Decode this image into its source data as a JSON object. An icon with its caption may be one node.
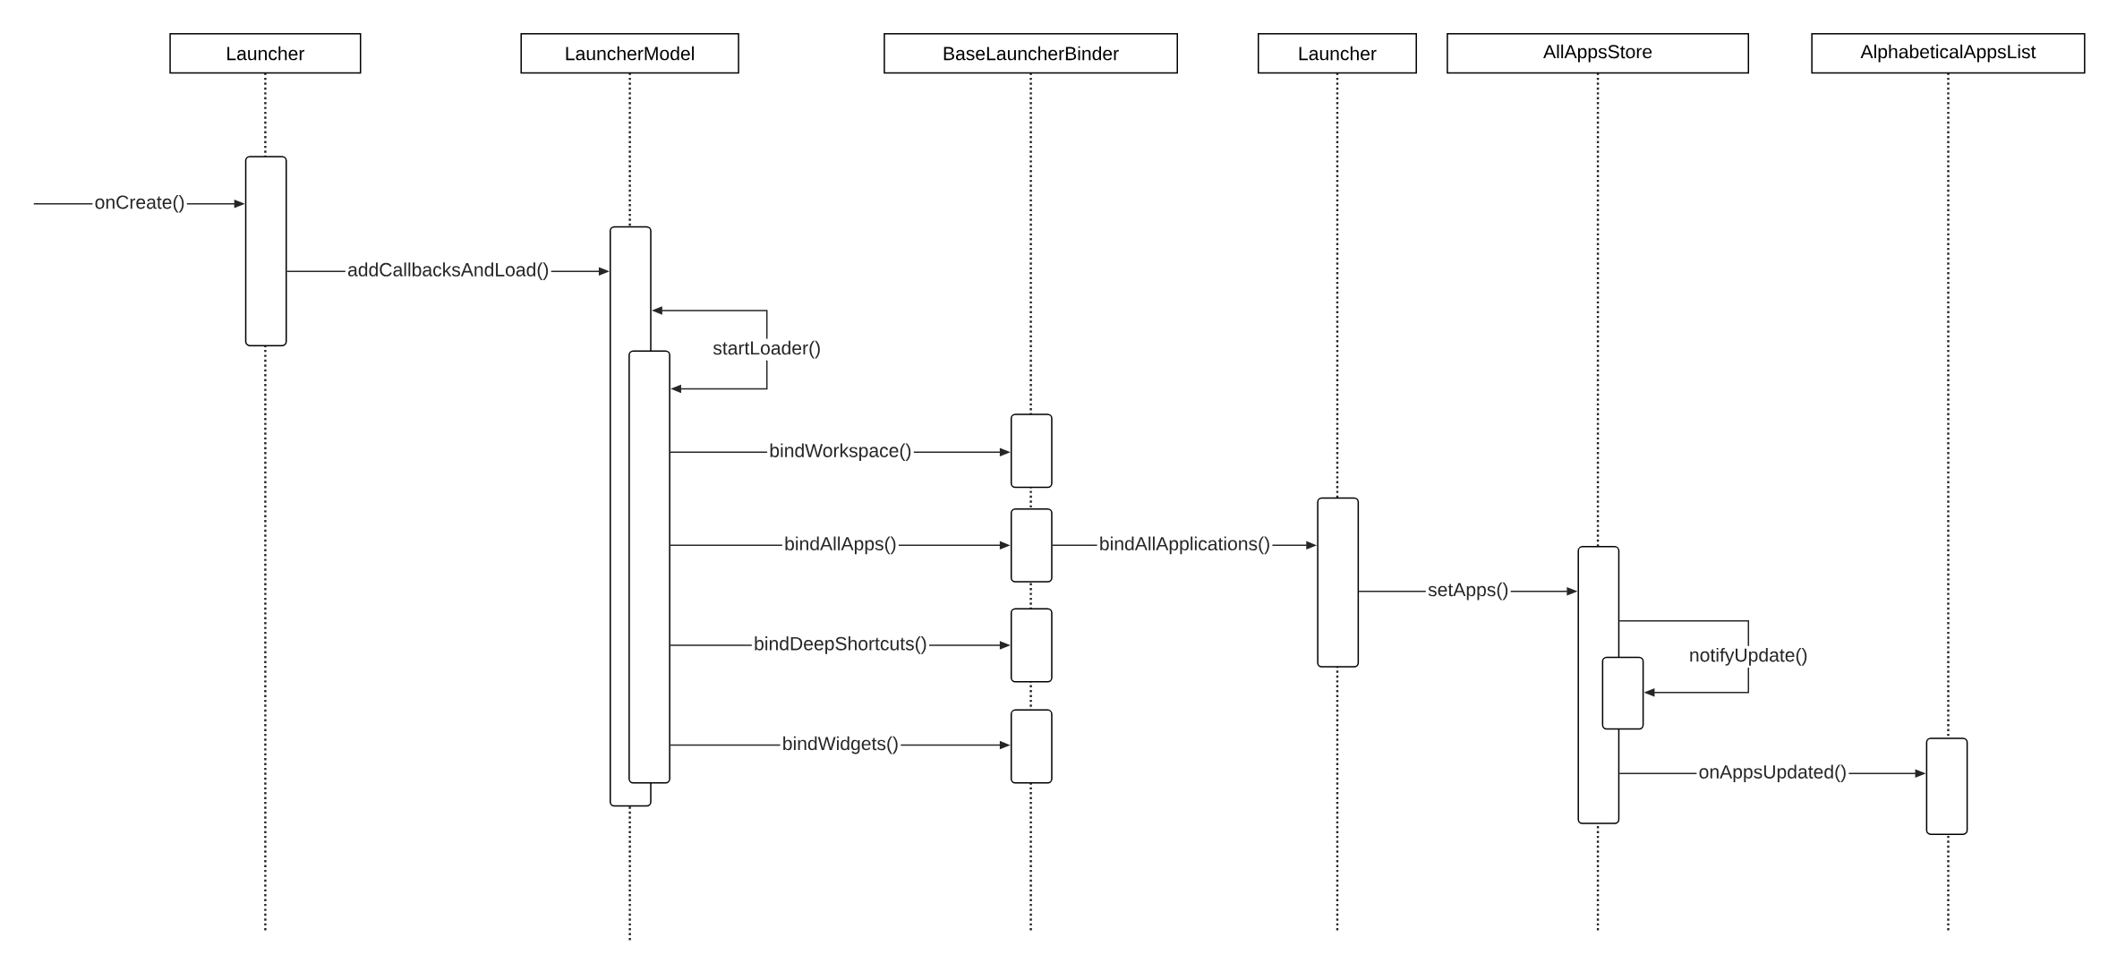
{
  "diagram": {
    "nodes": [
      {
        "text": [
          "Launcher"
        ]
      },
      {
        "text": [
          "LauncherModel"
        ]
      },
      {
        "text": [
          "BaseLauncherBinder"
        ]
      },
      {
        "text": [
          "Launcher"
        ]
      },
      {
        "text": [
          "AllAppsStore"
        ]
      },
      {
        "text": [
          "AlphabeticalAppsList"
        ]
      },
      {
        "text": [],
        "shape": "bar"
      },
      {
        "text": [],
        "shape": "bar"
      },
      {
        "text": [],
        "shape": "bar"
      },
      {
        "text": [],
        "shape": "bar"
      },
      {
        "text": [],
        "shape": "bar"
      },
      {
        "text": [],
        "shape": "bar"
      },
      {
        "text": [],
        "shape": "bar"
      },
      {
        "text": [],
        "shape": "bar"
      },
      {
        "text": [],
        "shape": "bar"
      },
      {
        "text": [],
        "shape": "bar"
      },
      {
        "text": [],
        "shape": "bar"
      }
    ],
    "edges": [
      {
        "from": null,
        "to": 6,
        "arrow": "to",
        "label": "onCreate()"
      },
      {
        "from": 6,
        "to": 7,
        "arrow": "to",
        "label": "addCallbacksAndLoad()"
      },
      {
        "from": 7,
        "to": 8,
        "arrow": "both",
        "label": "startLoader()"
      },
      {
        "from": 8,
        "to": 9,
        "arrow": "to",
        "label": "bindWorkspace()"
      },
      {
        "from": 8,
        "to": 10,
        "arrow": "to",
        "label": "bindAllApps()"
      },
      {
        "from": 10,
        "to": 13,
        "arrow": "to",
        "label": "bindAllApplications()"
      },
      {
        "from": 8,
        "to": 11,
        "arrow": "to",
        "label": "bindDeepShortcuts()"
      },
      {
        "from": 8,
        "to": 12,
        "arrow": "to",
        "label": "bindWidgets()"
      },
      {
        "from": 13,
        "to": 14,
        "arrow": "to",
        "label": "setApps()"
      },
      {
        "from": 14,
        "to": 15,
        "arrow": "to",
        "label": "notifyUpdate()"
      },
      {
        "from": 14,
        "to": 16,
        "arrow": "to",
        "label": "onAppsUpdated()"
      }
    ]
  }
}
